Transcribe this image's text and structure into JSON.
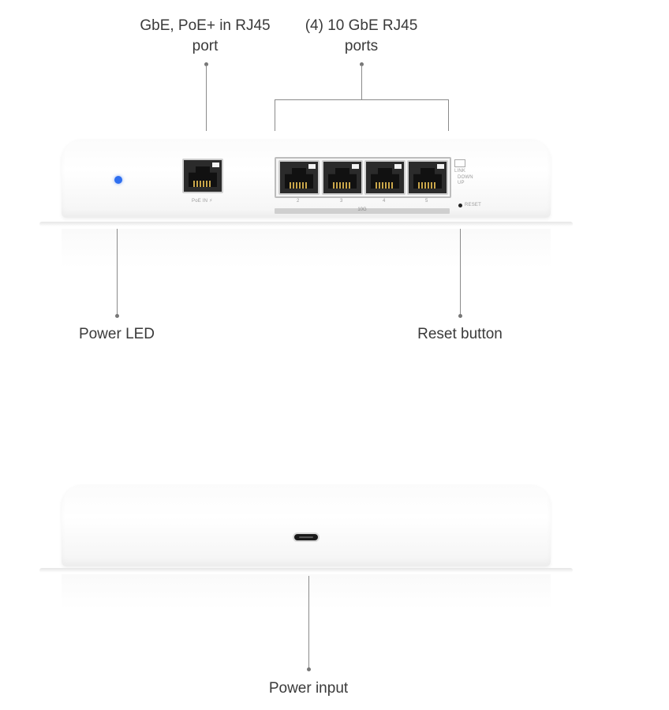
{
  "callouts": {
    "poe_port": {
      "line1": "GbE, PoE+ in RJ45",
      "line2": "port"
    },
    "ten_gbe_ports": {
      "line1": "(4) 10 GbE RJ45",
      "line2": "ports"
    },
    "power_led": "Power LED",
    "reset_button": "Reset button",
    "power_input": "Power input"
  },
  "device_front": {
    "poe_port_label": "PoE IN ⚡",
    "port_numbers": [
      "2",
      "3",
      "4",
      "5"
    ],
    "speed_bar_label": "10G",
    "legend": {
      "link": "LINK",
      "down": "DOWN",
      "up": "UP"
    },
    "reset_label": "RESET"
  },
  "colors": {
    "led": "#2f6ff0",
    "leader_line": "#8a8a8a",
    "device_body": "#ffffff"
  }
}
